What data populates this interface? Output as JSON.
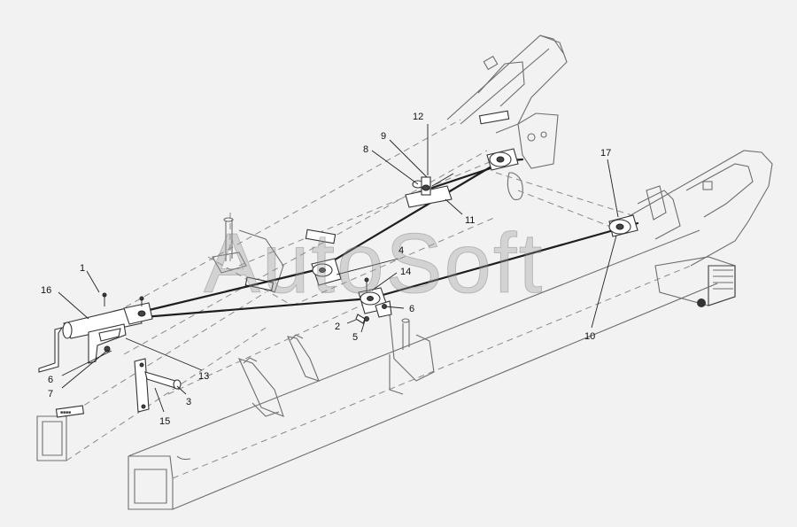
{
  "watermark": "AutoSoft",
  "callouts": [
    {
      "id": "c1",
      "label": "1"
    },
    {
      "id": "c2",
      "label": "2"
    },
    {
      "id": "c3",
      "label": "3"
    },
    {
      "id": "c4",
      "label": "4"
    },
    {
      "id": "c5",
      "label": "5"
    },
    {
      "id": "c6a",
      "label": "6"
    },
    {
      "id": "c6b",
      "label": "6"
    },
    {
      "id": "c7",
      "label": "7"
    },
    {
      "id": "c8",
      "label": "8"
    },
    {
      "id": "c9",
      "label": "9"
    },
    {
      "id": "c10",
      "label": "10"
    },
    {
      "id": "c11",
      "label": "11"
    },
    {
      "id": "c12",
      "label": "12"
    },
    {
      "id": "c13",
      "label": "13"
    },
    {
      "id": "c14",
      "label": "14"
    },
    {
      "id": "c15",
      "label": "15"
    },
    {
      "id": "c16",
      "label": "16"
    },
    {
      "id": "c17",
      "label": "17"
    }
  ],
  "colors": {
    "background": "#f2f2f2",
    "linework": "#333333",
    "cable": "#1e1e1e",
    "watermark": "#9a9a9a"
  }
}
